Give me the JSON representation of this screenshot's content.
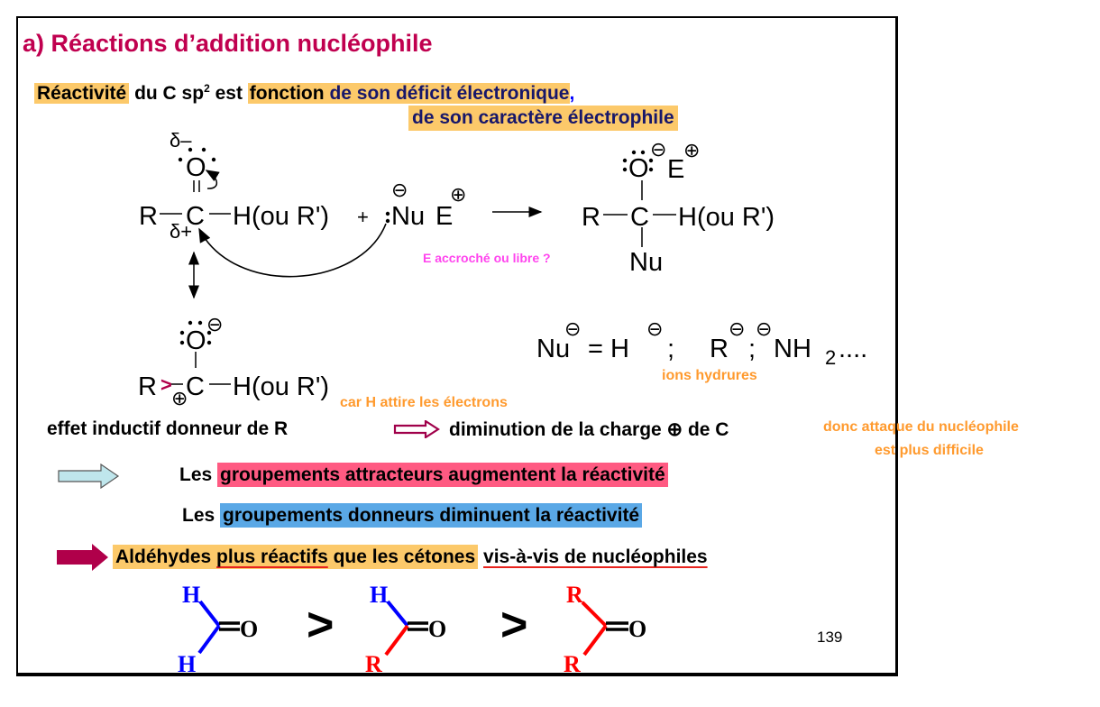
{
  "title": "a) Réactions d’addition nucléophile",
  "intro": {
    "reactivite": "Réactivité",
    "du_c": "du C sp",
    "sup2": "2",
    "est": " est ",
    "fonction": "fonction ",
    "deficit": "de son déficit électronique",
    "comma": ",",
    "caractere": "de son caractère électrophile"
  },
  "mechanism": {
    "delta_minus": "δ–",
    "delta_plus": "δ+",
    "O": "O",
    "C": "C",
    "R": "R",
    "H_ou_R": "H(ou R')",
    "plus": "+",
    "Nu": "Nu",
    "E": "E",
    "minus_sign": "⊖",
    "plus_sign": "⊕",
    "inductive_mark": ">",
    "E_note": "E accroché ou libre ?",
    "nucleophiles": "Nu",
    "eq": " = H",
    "semi": ";",
    "R_minus": "R",
    "NH": "NH",
    "sub2": "2",
    "dots": " ....",
    "ions_hydrures": "ions hydrures",
    "car_h": "car H attire les électrons"
  },
  "effect": {
    "text": "effet inductif donneur de R",
    "result": "diminution de la charge ⊕ de C",
    "note_line1": "donc attaque du nucléophile",
    "note_line2": "est plus difficile"
  },
  "rules": {
    "les1": "Les",
    "attracteurs": "groupements attracteurs augmentent la réactivité",
    "les2": "Les",
    "donneurs": "groupements donneurs diminuent la réactivité"
  },
  "conclusion": {
    "aldehydes": "Aldéhydes ",
    "plus_reactifs": "plus réactifs",
    "que": " que les cétones",
    "vis": "vis-à-vis de nucléophiles"
  },
  "molecules": {
    "H": "H",
    "R": "R",
    "O": "O",
    "gt": ">"
  },
  "page_number": "139",
  "colors": {
    "title": "#c0004f",
    "highlight_yellow": "#fcc96a",
    "highlight_pink": "#ff5a82",
    "highlight_blue": "#5aa8e6",
    "orange": "#ff9a2e",
    "pink_text": "#ff44ee",
    "blue": "#0000ff",
    "red": "#ff0000"
  }
}
